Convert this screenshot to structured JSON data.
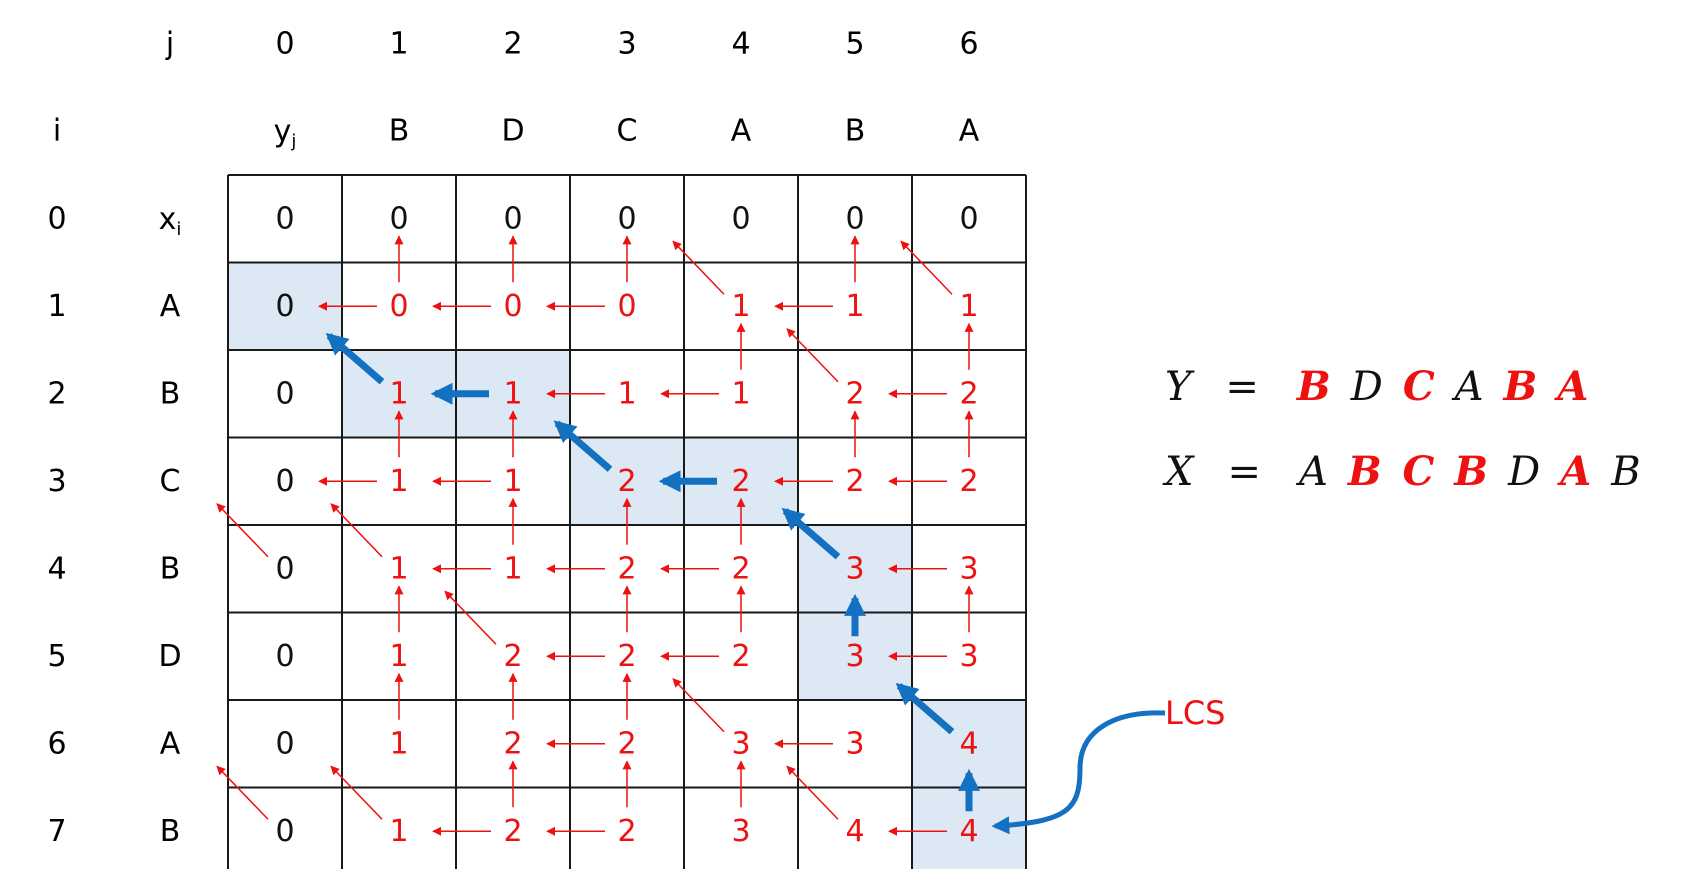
{
  "headers": {
    "j_label": "j",
    "i_label": "i",
    "j_indices": [
      "0",
      "1",
      "2",
      "3",
      "4",
      "5",
      "6"
    ],
    "i_indices": [
      "0",
      "1",
      "2",
      "3",
      "4",
      "5",
      "6",
      "7"
    ],
    "y_label": "y",
    "y_sub": "j",
    "y_chars": [
      "B",
      "D",
      "C",
      "A",
      "B",
      "A"
    ],
    "x_label": "x",
    "x_sub": "i",
    "x_chars": [
      "A",
      "B",
      "C",
      "B",
      "D",
      "A",
      "B"
    ]
  },
  "table": {
    "values": [
      [
        "0",
        "0",
        "0",
        "0",
        "0",
        "0",
        "0"
      ],
      [
        "0",
        "0",
        "0",
        "0",
        "1",
        "1",
        "1"
      ],
      [
        "0",
        "1",
        "1",
        "1",
        "1",
        "2",
        "2"
      ],
      [
        "0",
        "1",
        "1",
        "2",
        "2",
        "2",
        "2"
      ],
      [
        "0",
        "1",
        "1",
        "2",
        "2",
        "3",
        "3"
      ],
      [
        "0",
        "1",
        "2",
        "2",
        "2",
        "3",
        "3"
      ],
      [
        "0",
        "1",
        "2",
        "2",
        "3",
        "3",
        "4"
      ],
      [
        "0",
        "1",
        "2",
        "2",
        "3",
        "4",
        "4"
      ]
    ],
    "arrows": [
      [
        null,
        null,
        null,
        null,
        null,
        null,
        null
      ],
      [
        null,
        "up,left",
        "up,left",
        "up,left",
        "diag",
        "up,left",
        "diag"
      ],
      [
        null,
        "diag",
        "left",
        "left",
        "up,left",
        "diag",
        "left,up"
      ],
      [
        null,
        "up,left",
        "up,left",
        "diag",
        "left",
        "up,left",
        "up,left"
      ],
      [
        "diag",
        "diag",
        "up,left",
        "up,left",
        "up,left",
        "diag",
        "left"
      ],
      [
        null,
        "up",
        "diag",
        "up,left",
        "up,left",
        "up",
        "up,left"
      ],
      [
        null,
        "up",
        "up",
        "up,left",
        "diag",
        "left",
        "diag"
      ],
      [
        "diag",
        "diag",
        "up,left",
        "up,left",
        "up",
        "diag",
        "left"
      ]
    ],
    "path_cells": [
      [
        1,
        0
      ],
      [
        2,
        1
      ],
      [
        2,
        2
      ],
      [
        3,
        3
      ],
      [
        3,
        4
      ],
      [
        4,
        5
      ],
      [
        5,
        5
      ],
      [
        6,
        6
      ],
      [
        7,
        6
      ]
    ],
    "path_arrows": [
      {
        "row": 2,
        "col": 1,
        "dir": "diag"
      },
      {
        "row": 2,
        "col": 2,
        "dir": "left"
      },
      {
        "row": 3,
        "col": 3,
        "dir": "diag"
      },
      {
        "row": 3,
        "col": 4,
        "dir": "left"
      },
      {
        "row": 4,
        "col": 5,
        "dir": "diag"
      },
      {
        "row": 5,
        "col": 5,
        "dir": "up"
      },
      {
        "row": 6,
        "col": 6,
        "dir": "diag"
      },
      {
        "row": 7,
        "col": 6,
        "dir": "up"
      }
    ]
  },
  "equations": {
    "y_var": "Y",
    "x_var": "X",
    "equals": "=",
    "y_seq": [
      {
        "ch": "B",
        "hl": true
      },
      {
        "ch": "D",
        "hl": false
      },
      {
        "ch": "C",
        "hl": true
      },
      {
        "ch": "A",
        "hl": false
      },
      {
        "ch": "B",
        "hl": true
      },
      {
        "ch": "A",
        "hl": true
      }
    ],
    "x_seq": [
      {
        "ch": "A",
        "hl": false
      },
      {
        "ch": "B",
        "hl": true
      },
      {
        "ch": "C",
        "hl": true
      },
      {
        "ch": "B",
        "hl": true
      },
      {
        "ch": "D",
        "hl": false
      },
      {
        "ch": "A",
        "hl": true
      },
      {
        "ch": "B",
        "hl": false
      }
    ]
  },
  "lcs_label": "LCS",
  "colors": {
    "grid": "#1a1a1a",
    "path_fill": "#dce8f4",
    "red": "#ee1111",
    "blue": "#1470c0",
    "text": "#111111"
  }
}
